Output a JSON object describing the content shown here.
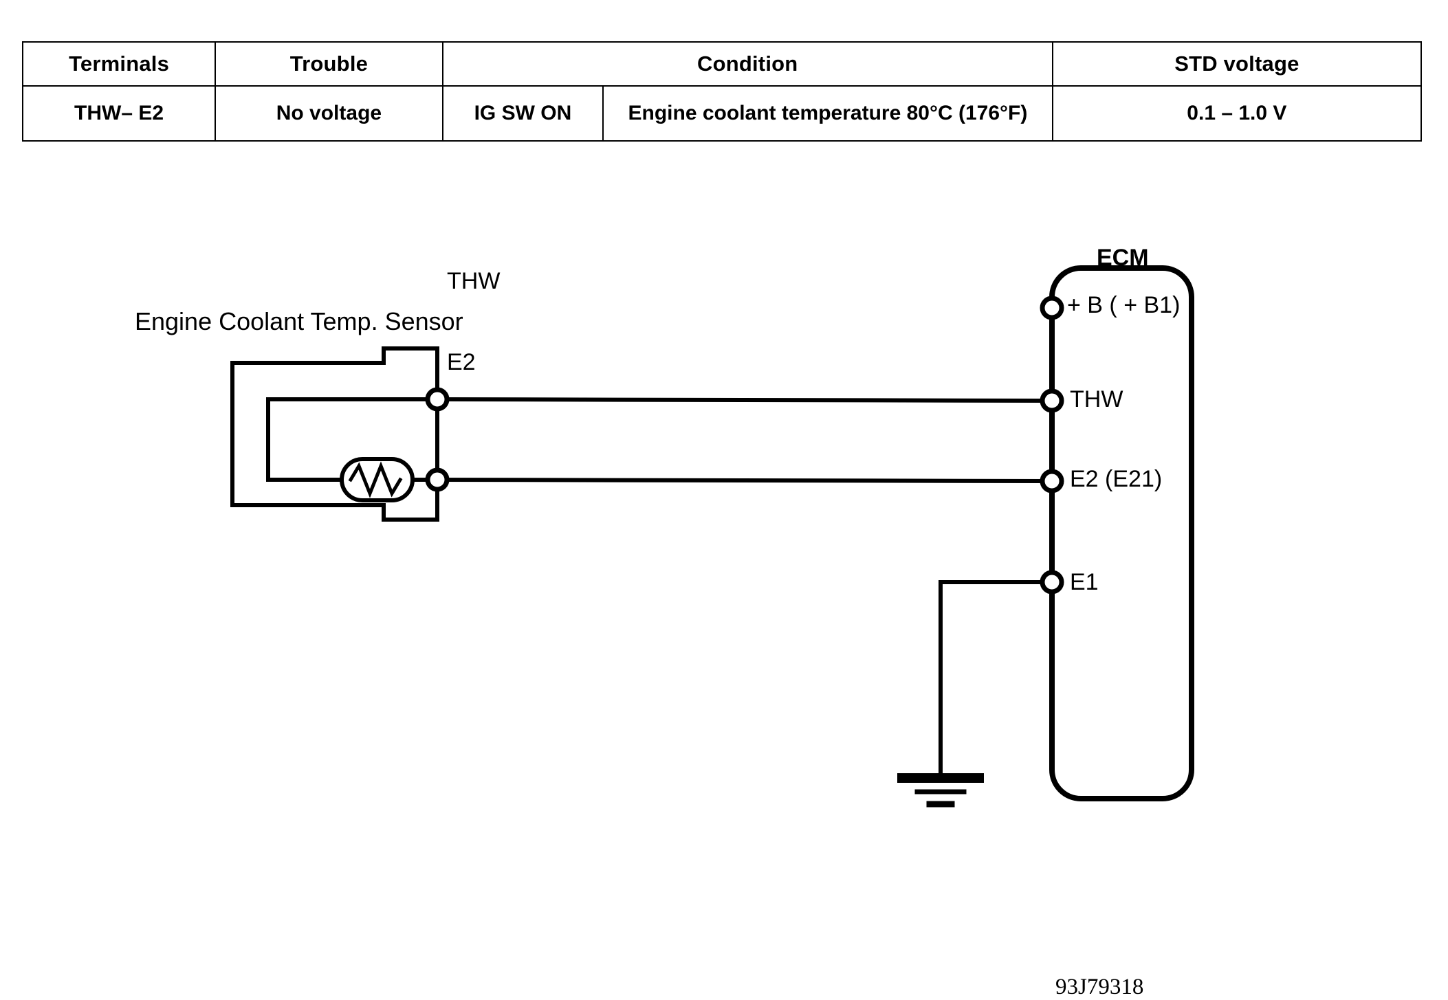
{
  "table": {
    "headers": {
      "terminals": "Terminals",
      "trouble": "Trouble",
      "condition": "Condition",
      "std_voltage": "STD voltage"
    },
    "rows": [
      {
        "terminals": "THW– E2",
        "trouble": "No voltage",
        "condition_switch": "IG SW ON",
        "condition_detail": "Engine coolant temperature 80°C (176°F)",
        "std_voltage": "0.1 – 1.0 V"
      }
    ]
  },
  "diagram": {
    "sensor_label": "Engine Coolant Temp. Sensor",
    "ecm_label": "ECM",
    "sensor_terminals": [
      {
        "name": "THW"
      },
      {
        "name": "E2"
      }
    ],
    "ecm_terminals": [
      {
        "name": "+ B  ( + B1)"
      },
      {
        "name": "THW"
      },
      {
        "name": "E2  (E21)"
      },
      {
        "name": "E1"
      }
    ],
    "part_number": "93J79318"
  }
}
